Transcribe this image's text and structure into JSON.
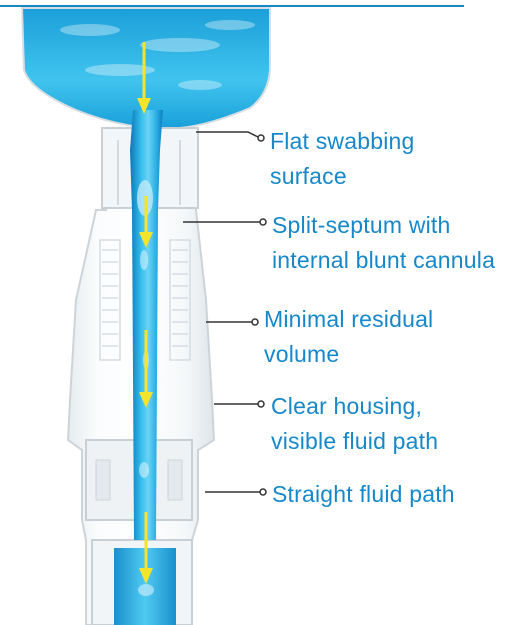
{
  "diagram": {
    "labels": [
      {
        "lines": [
          "Flat swabbing",
          "surface"
        ]
      },
      {
        "lines": [
          "Split-septum with",
          "internal blunt cannula"
        ]
      },
      {
        "lines": [
          "Minimal residual",
          "volume"
        ]
      },
      {
        "lines": [
          "Clear housing,",
          "visible fluid path"
        ]
      },
      {
        "lines": [
          "Straight fluid path"
        ]
      }
    ],
    "colors": {
      "label_text": "#1688c9",
      "leader_line": "#333333",
      "top_rule": "#1688c9",
      "fluid": "#29b0e6",
      "fluid_dark": "#0c84c2",
      "arrow": "#f5e42a"
    }
  }
}
